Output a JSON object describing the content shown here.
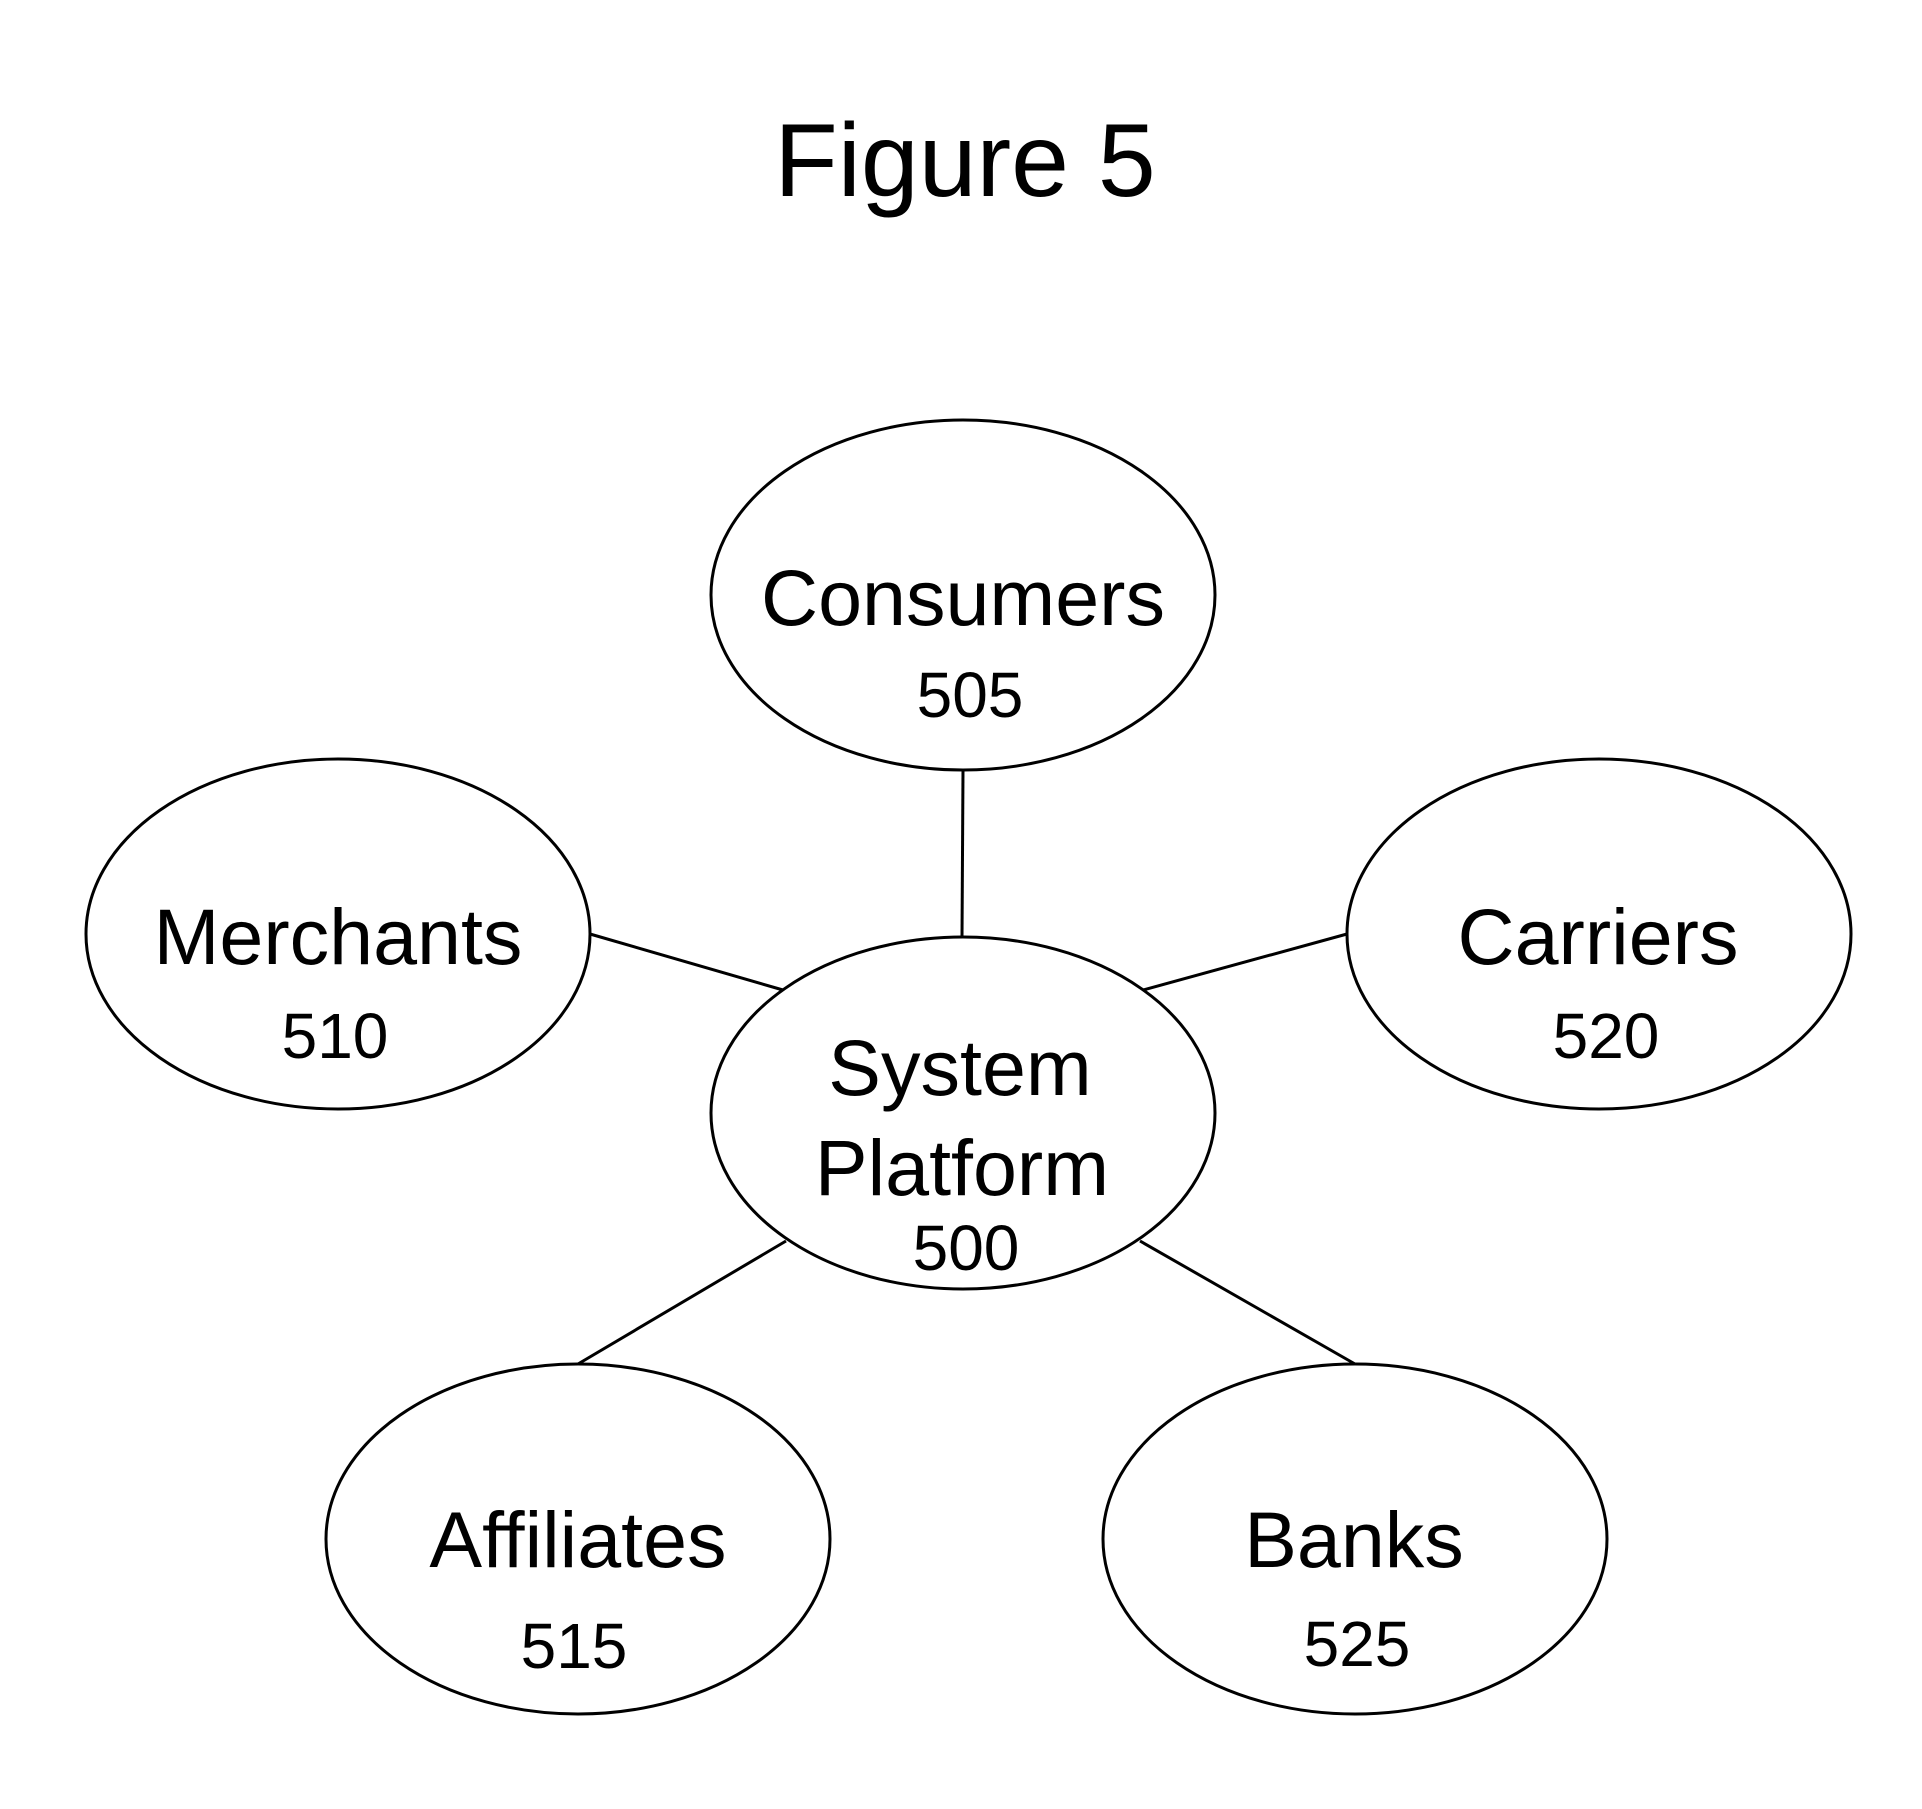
{
  "figure": {
    "title": "Figure 5"
  },
  "nodes": {
    "consumers": {
      "label": "Consumers",
      "ref": "505"
    },
    "merchants": {
      "label": "Merchants",
      "ref": "510"
    },
    "carriers": {
      "label": "Carriers",
      "ref": "520"
    },
    "system": {
      "label_line1": "System",
      "label_line2": "Platform",
      "ref": "500"
    },
    "affiliates": {
      "label": "Affiliates",
      "ref": "515"
    },
    "banks": {
      "label": "Banks",
      "ref": "525"
    }
  },
  "edges": [
    {
      "from": "system",
      "to": "consumers"
    },
    {
      "from": "system",
      "to": "merchants"
    },
    {
      "from": "system",
      "to": "carriers"
    },
    {
      "from": "system",
      "to": "affiliates"
    },
    {
      "from": "system",
      "to": "banks"
    }
  ],
  "colors": {
    "stroke": "#000000",
    "fill": "#ffffff",
    "text": "#000000"
  }
}
